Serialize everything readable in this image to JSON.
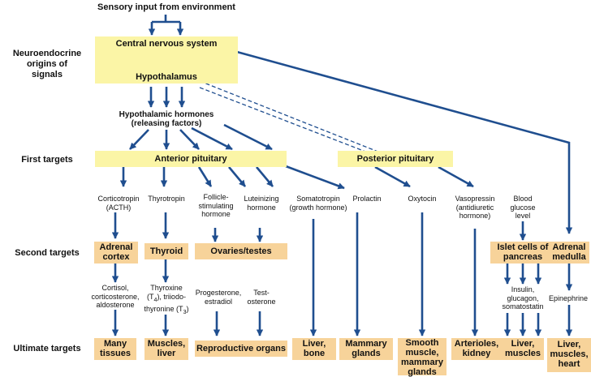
{
  "colors": {
    "arrow": "#1f4e8f",
    "yellow_box": "#fbf5a6",
    "orange_box": "#f7d39a"
  },
  "top": {
    "input": "Sensory input from environment"
  },
  "rows": {
    "origins": [
      "Neuroendocrine",
      "origins of",
      "signals"
    ],
    "first": "First targets",
    "second": "Second targets",
    "ultimate": "Ultimate targets"
  },
  "origin_box": {
    "cns": "Central nervous system",
    "hypothalamus": "Hypothalamus"
  },
  "hypo_hormones": [
    "Hypothalamic hormones",
    "(releasing factors)"
  ],
  "first_targets": {
    "anterior": "Anterior pituitary",
    "posterior": "Posterior pituitary"
  },
  "hormones": {
    "acth": [
      "Corticotropin",
      "(ACTH)"
    ],
    "tsh": [
      "Thyrotropin"
    ],
    "fsh": [
      "Follicle-",
      "stimulating",
      "hormone"
    ],
    "lh": [
      "Luteinizing",
      "hormone"
    ],
    "gh": [
      "Somatotropin",
      "(growth hormone)"
    ],
    "prolactin": [
      "Prolactin"
    ],
    "oxytocin": [
      "Oxytocin"
    ],
    "vasopressin": [
      "Vasopressin",
      "(antidiuretic",
      "hormone)"
    ],
    "glucose": [
      "Blood",
      "glucose",
      "level"
    ]
  },
  "second_targets": {
    "adrenal_cortex": [
      "Adrenal",
      "cortex"
    ],
    "thyroid": [
      "Thyroid"
    ],
    "ovaries": [
      "Ovaries/testes"
    ],
    "islet": [
      "Islet cells of",
      "pancreas"
    ],
    "adrenal_medulla": [
      "Adrenal",
      "medulla"
    ]
  },
  "secondary_hormones": {
    "cortisol": [
      "Cortisol,",
      "corticosterone,",
      "aldosterone"
    ],
    "thyroxine": {
      "l1a": "Thyroxine",
      "l2a": "(T",
      "l2s": "4",
      "l2b": "), triiodo-",
      "l3a": "thyronine (T",
      "l3s": "3",
      "l3b": ")"
    },
    "progesterone": [
      "Progesterone,",
      "estradiol"
    ],
    "testosterone": [
      "Test-",
      "osterone"
    ],
    "insulin": [
      "Insulin,",
      "glucagon,",
      "somatostatin"
    ],
    "epinephrine": [
      "Epinephrine"
    ]
  },
  "ultimate_targets": {
    "many": [
      "Many",
      "tissues"
    ],
    "muscles_liver": [
      "Muscles,",
      "liver"
    ],
    "reproductive": [
      "Reproductive organs"
    ],
    "liver_bone": [
      "Liver,",
      "bone"
    ],
    "mammary": [
      "Mammary",
      "glands"
    ],
    "smooth": [
      "Smooth",
      "muscle,",
      "mammary",
      "glands"
    ],
    "arterioles": [
      "Arterioles,",
      "kidney"
    ],
    "liver_muscles": [
      "Liver,",
      "muscles"
    ],
    "lmh": [
      "Liver,",
      "muscles,",
      "heart"
    ]
  }
}
